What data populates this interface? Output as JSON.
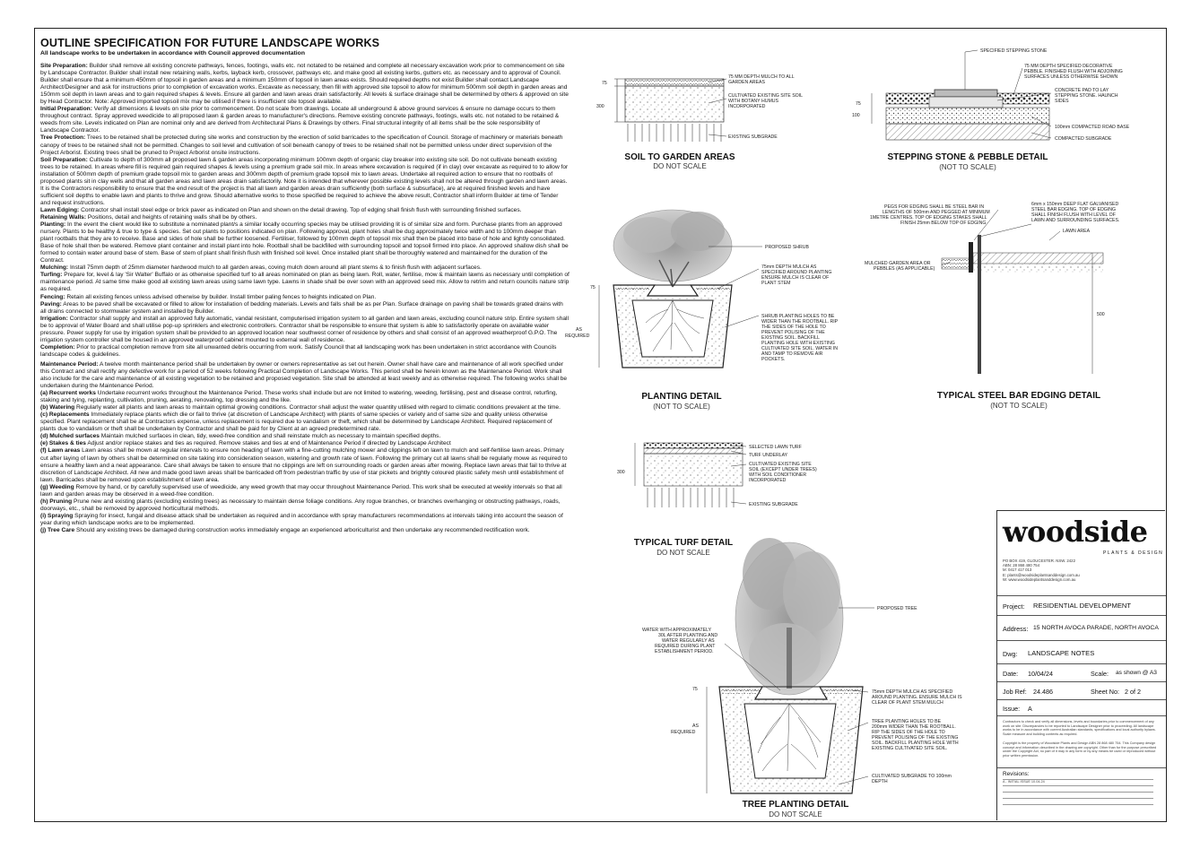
{
  "spec": {
    "title": "OUTLINE SPECIFICATION FOR FUTURE LANDSCAPE WORKS",
    "subtitle": "All landscape works to be undertaken in accordance with Council approved documentation",
    "paragraphs": [
      {
        "head": "Site Preparation:",
        "body": " Builder shall remove all existing concrete pathways, fences, footings, walls etc. not notated to be retained and complete all necessary excavation work prior to commencement on site by Landscape Contractor. Builder shall install new retaining walls, kerbs, layback kerb, crossover, pathways etc. and make good all existing kerbs, gutters etc. as necessary and to approval of Council. Builder shall ensure that a minimum 450mm of topsoil in garden areas and a minimum 150mm of topsoil in lawn areas exists. Should required depths not exist Builder shall contact Landscape Architect/Designer and ask for instructions prior to completion of excavation works. Excavate as necessary, then fill with approved site topsoil to allow for minimum 500mm soil depth in garden areas and 150mm soil depth in lawn areas and to gain required shapes & levels. Ensure all garden and lawn areas drain satisfactorily. All levels & surface drainage shall be determined by others & approved on site by Head Contractor. Note: Approved imported topsoil mix may be utilised if there is insufficient site topsoil available."
      },
      {
        "head": "Initial Preparation:",
        "body": " Verify all dimensions & levels on site prior to commencement. Do not scale from drawings. Locate all underground & above ground services & ensure no damage occurs to them throughout contract. Spray approved weedicide to all proposed lawn & garden areas to manufacturer's directions. Remove existing concrete pathways, footings, walls etc. not notated to be retained & weeds from site. Levels indicated on Plan are nominal only and are derived from Architectural Plans & Drawings by others. Final structural integrity of all items shall be the sole responsibility of Landscape Contractor."
      },
      {
        "head": "Tree Protection:",
        "body": " Trees to be retained shall be protected during site works and construction by the erection of solid barricades to the specification of Council. Storage of machinery or materials beneath canopy of trees to be retained shall not be permitted. Changes to soil level and cultivation of soil beneath canopy of trees to be retained shall not be permitted unless under direct supervision of the Project Arborist. Existing trees shall be pruned to Project Arborist onsite instructions."
      },
      {
        "head": "Soil Preparation:",
        "body": " Cultivate to depth of 300mm all proposed lawn & garden areas incorporating minimum 100mm depth of organic clay breaker into existing site soil. Do not cultivate beneath existing trees to be retained. In areas where fill is required gain required shapes & levels using a premium grade soil mix. In areas where excavation is required (if in clay) over excavate as required to to allow for installation of 500mm depth of premium grade topsoil mix to garden areas and 300mm depth of premium grade topsoil mix to lawn areas. Undertake all required action to ensure that no rootballs of proposed plants sit in clay wells and that all garden areas and lawn areas drain satisfactorily. Note it is intended that wherever possible existing levels shall not be altered through garden and lawn areas. It is the Contractors responsibility to ensure that the end result of the project is that all lawn and garden areas drain sufficiently (both surface & subsurface), are at required finished levels and have sufficient soil depths to enable lawn and plants to thrive and grow. Should alternative works to those specified be required to achieve the above result, Contractor shall inform Builder at time of Tender and request instructions."
      },
      {
        "head": "Lawn Edging:",
        "body": " Contractor shall install steel edge or brick paver as indicated on Plan and shown on the detail drawing. Top of edging shall finish flush with surrounding finished surfaces."
      },
      {
        "head": "Retaining Walls:",
        "body": " Positions, detail and heights of retaining walls shall be by others."
      },
      {
        "head": "Planting:",
        "body": " In the event the client would like to substitute a nominated plant/s a similar locally occurring species may be utilised providing lit is of similar size and form. Purchase plants from an approved nursery. Plants to be healthy & true to type & species. Set out plants to positions indicated on plan. Following approval, plant holes shall be dug approximately twice width and to 100mm deeper than plant rootballs that they are to receive. Base and sides of hole shall be further loosened. Fertiliser, followed by 100mm depth of topsoil mix shall then be placed into base of hole and lightly consolidated. Base of hole shall then be watered. Remove plant container and install plant into hole. Rootball shall be backfilled with surrounding topsoil and topsoil firmed into place. An approved shallow dish shall be formed to contain water around base of stem. Base of stem of plant shall finish flush with finished soil level. Once installed plant shall be thoroughly watered and maintained for the duration of the Contract."
      },
      {
        "head": "Mulching:",
        "body": " Install 75mm depth of 25mm diameter hardwood mulch to all garden areas, coving mulch down around all plant stems & to finish flush with adjacent surfaces."
      },
      {
        "head": "Turfing:",
        "body": " Prepare for, level & lay 'Sir Walter' Buffalo or as otherwise specified turf to all areas nominated on plan as being lawn. Roll, water, fertilise, mow & maintain lawns as necessary until completion of maintenance period. At same time make good all existing lawn areas using same lawn type. Lawns in shade shall be over sown with an approved seed mix. Allow to retrim and return councils nature strip as required."
      },
      {
        "head": "Fencing:",
        "body": " Retain all existing fences unless advised otherwise by builder. Install timber paling fences to heights indicated on Plan."
      },
      {
        "head": "Paving:",
        "body": " Areas to be paved shall be excavated or filled to allow for installation of bedding materials. Levels and falls shall be as per Plan. Surface drainage on paving shall be towards grated drains with all drains connected to stormwater system and installed by Builder."
      },
      {
        "head": "Irrigation:",
        "body": " Contractor shall supply and install an approved fully automatic, vandal resistant, computerised irrigation system to all garden and lawn areas, excluding council nature strip. Entire system shall be to approval of Water Board and shall utilise pop-up sprinklers and electronic controllers. Contractor shall be responsible to ensure that system is able to satisfactorily operate on available water pressure. Power supply for use by irrigation system shall be provided to an approved location near southwest corner of residence by others and shall consist of an approved weatherproof G.P.O. The irrigation system controller shall be housed in an approved waterproof cabinet mounted to external wall of residence."
      },
      {
        "head": "Completion:",
        "body": " Prior to practical completion remove from site all unwanted debris occurring from work. Satisfy Council that all landscaping work has been undertaken in strict accordance with Councils landscape codes & guidelines."
      },
      {
        "head": "Maintenance Period:",
        "body": " A twelve month maintenance period shall be undertaken by owner or owners representative as set out herein. Owner shall have care and maintenance of all work specified under this Contract and shall rectify any defective work for a period of 52 weeks following Practical Completion of Landscape Works. This period shall be herein known as the Maintenance Period. Work shall also include for the care and maintenance of all existing vegetation to be retained and proposed vegetation. Site shall be attended at least weekly and as otherwise required. The following works shall be undertaken during the Maintenance Period.",
        "gap": true
      },
      {
        "head": "(a) Recurrent works",
        "body": " Undertake recurrent works throughout the Maintenance Period. These works shall include but are not limited to watering, weeding, fertilising, pest and disease control, returfing, staking and tying, replanting, cultivation, pruning, aerating, renovating, top dressing and the like."
      },
      {
        "head": "(b) Watering",
        "body": " Regularly water all plants and lawn areas to maintain optimal growing conditions. Contractor shall adjust the water quantity utilised with regard to climatic conditions prevalent at the time."
      },
      {
        "head": "(c) Replacements",
        "body": " Immediately replace plants which die or fail to thrive (at discretion of Landscape Architect) with plants of same species or variety and of same size and quality unless otherwise specified. Plant replacement shall be at Contractors expense, unless replacement is required due to vandalism or theft, which shall be determined by Landscape Architect. Required replacement of plants due to vandalism or theft shall be undertaken by Contractor and shall be paid for by Client at an agreed predetermined rate."
      },
      {
        "head": "(d) Mulched surfaces",
        "body": " Maintain mulched surfaces in clean, tidy, weed-free condition and shall reinstate mulch as necessary to maintain specified depths."
      },
      {
        "head": "(e) Stakes & ties",
        "body": " Adjust and/or replace stakes and ties as required. Remove stakes and ties at end of Maintenance Period if directed by Landscape Architect"
      },
      {
        "head": "(f) Lawn areas",
        "body": " Lawn areas shall be mown at regular intervals to ensure non heading of lawn with a fine-cutting mulching mower and clippings left on lawn to mulch and self-fertilise lawn areas. Primary cut after laying of lawn by others shall be determined on site taking into consideration season, watering and growth rate of lawn. Following the primary cut all lawns shall be regularly mowe as required to ensure a healthy lawn and a neat appearance. Care shall always be taken to ensure that no clippings are left on surrounding roads or garden areas after mowing. Replace lawn areas that fail to thrive at discretion of Landscape Architect. All new and made good lawn areas shall be barricaded off from pedestrian traffic by use of star pickets and brightly coloured plastic safety mesh until establishment of lawn. Barricades shall be removed upon establishment of lawn area."
      },
      {
        "head": "(g) Weeding",
        "body": " Remove by hand, or by carefully supervised use of weedicide, any weed growth that may occur throughout Maintenance Period. This work shall be executed at weekly intervals so that all lawn and garden areas may be observed in a weed-free condition."
      },
      {
        "head": "(h) Pruning",
        "body": " Prune new and existing plants (excluding existing trees) as necessary to maintain dense foliage conditions. Any rogue branches, or branches overhanging or obstructing pathways, roads, doorways, etc., shall be removed by approved horticultural methods."
      },
      {
        "head": "(i) Spraying",
        "body": " Spraying for insect, fungal and disease attack shall be undertaken as required and in accordance with spray manufacturers recommendations at intervals taking into account the season of year during which landscape works are to be implemented."
      },
      {
        "head": "(j) Tree Care",
        "body": " Should any existing trees be damaged during construction works immediately engage an experienced arboriculturist and then undertake any recommended rectification work."
      }
    ]
  },
  "details": {
    "soil": {
      "title": "SOIL TO GARDEN AREAS",
      "subtitle": "DO NOT SCALE",
      "dim1": "75",
      "dim2": "300",
      "l1": "75 MM DEPTH MULCH TO ALL",
      "l1b": "GARDEN AREAS",
      "l2": "CULTIVATED EXISTING SITE SOIL",
      "l2b": "WITH BOTANY HUMUS",
      "l2c": "INCORPORATED",
      "l3": "EXISTING SUBGRADE"
    },
    "stepping": {
      "title": "STEPPING STONE & PEBBLE DETAIL",
      "subtitle": "(NOT TO SCALE)",
      "l0": "SPECIFIED STEPPING STONE",
      "l1": "75 MM DEPTH SPECIFIED DECORATIVE",
      "l1b": "PEBBLE. FINISHED FLUSH WITH ADJOINING",
      "l1c": "SURFACES UNLESS OTHERWISE SHOWN",
      "l2": "CONCRETE PAD TO LAY",
      "l2b": "STEPPING STONE. HAUNCH",
      "l2c": "SIDES",
      "l3": "100mm COMPACTED ROAD BASE",
      "l4": "COMPACTED SUBGRADE",
      "dim1": "75",
      "dim2": "100"
    },
    "planting": {
      "title": "PLANTING DETAIL",
      "subtitle": "(NOT TO SCALE)",
      "dim": "75",
      "req": "AS",
      "req2": "REQUIRED",
      "l1": "PROPOSED SHRUB",
      "l2": "75mm DEPTH MULCH AS",
      "l2b": "SPECIFIED AROUND PLANTING",
      "l2c": "ENSURE MULCH IS CLEAR OF",
      "l2d": "PLANT STEM",
      "l3": "SHRUB PLANTING HOLES TO BE",
      "l3b": "WIDER THAN THE ROOTBALL. RIP",
      "l3c": "THE SIDES OF THE HOLE TO",
      "l3d": "PREVENT POLISING OF THE",
      "l3e": "EXISTING SOIL. BACKFILL",
      "l3f": "PLANTING HOLE WITH EXISTING",
      "l3g": "CULTIVATED SITE SOIL. WATER IN",
      "l3h": "AND TAMP TO REMOVE AIR",
      "l3i": "POCKETS."
    },
    "steel": {
      "title": "TYPICAL STEEL BAR EDGING DETAIL",
      "subtitle": "(NOT TO SCALE)",
      "l1": "PEGS FOR EDGING SHALL BE STEEL BAR IN",
      "l1b": "LENGTHS OF 500mm AND PEGGED AT MINIMUM",
      "l1c": "1METRE CENTRES. TOP OF EDGING STAKES SHALL",
      "l1d": "FINISH 25mm BELOW TOP OF EDGING",
      "l2": "6mm x 150mm DEEP FLAT GALVANISED",
      "l2b": "STEEL BAR EDGING. TOP OF EDGING",
      "l2c": "SHALL FINISH FLUSH WITH LEVEL OF",
      "l2d": "LAWN AND SURROUNDING SURFACES.",
      "l3": "LAWN AREA",
      "l4": "MULCHED GARDEN AREA OR",
      "l4b": "PEBBLES (AS APPLICABLE)",
      "dim": "500"
    },
    "turf": {
      "title": "TYPICAL TURF DETAIL",
      "subtitle": "DO NOT SCALE",
      "dim": "300",
      "l1": "SELECTED LAWN TURF",
      "l2": "TURF UNDERLAY",
      "l3": "CULTIVATED EXISTING SITE",
      "l3b": "SOIL (EXCEPT UNDER TREES)",
      "l3c": "WITH SOIL CONDITIONER",
      "l3d": "INCORPORATED",
      "l4": "EXISTING SUBGRADE"
    },
    "tree": {
      "title": "TREE PLANTING DETAIL",
      "subtitle": "DO NOT SCALE",
      "dim": "75",
      "req": "AS",
      "req2": "REQUIRED",
      "l1": "PROPOSED TREE",
      "l2": "WATER WITH APPROXIMATELY",
      "l2b": "30L AFTER PLANTING AND",
      "l2c": "WATER REGULARLY AS",
      "l2d": "REQUIRED DURING PLANT",
      "l2e": "ESTABLISHMENT PERIOD.",
      "l3": "75mm DEPTH MULCH AS SPECIFIED",
      "l3b": "AROUND PLANTING. ENSURE MULCH IS",
      "l3c": "CLEAR OF PLANT STEM MULCH",
      "l4": "TREE PLANTING HOLES TO BE",
      "l4b": "200mm WIDER THAN THE ROOTBALL.",
      "l4c": "RIP THE SIDES OF THE HOLE TO",
      "l4d": "PREVENT POLISING OF THE EXISTING",
      "l4e": "SOIL. BACKFILL PLANTING HOLE WITH",
      "l4f": "EXISTING CULTIVATED SITE SOIL.",
      "l5": "CULTIVATED SUBGRADE TO 100mm",
      "l5b": "DEPTH"
    }
  },
  "titleblock": {
    "logo": "woodside",
    "logo_sub": "PLANTS & DESIGN",
    "contact": [
      "PO BOX 419, GLOUCESTER. NSW. 2422",
      "ABN: 28 868 480 754",
      "",
      "M: 0417 417 013",
      "E: plants@woodsideplantsanddesign.com.au",
      "W: www.woodsideplantsanddesign.com.au"
    ],
    "project_label": "Project:",
    "project": "RESIDENTIAL DEVELOPMENT",
    "address_label": "Address:",
    "address": "15 NORTH AVOCA PARADE, NORTH AVOCA",
    "dwg_label": "Dwg:",
    "dwg": "LANDSCAPE NOTES",
    "date_label": "Date:",
    "date": "10/04/24",
    "scale_label": "Scale:",
    "scale": "as shown @ A3",
    "job_label": "Job Ref:",
    "job": "24.486",
    "sheet_label": "Sheet No:",
    "sheet": "2 of 2",
    "issue_label": "Issue:",
    "issue": "A",
    "note1": "Contractors to check and verify all dimensions, levels and boundaries prior to commencement of any work on site. Discrepancies to be reported to Landscape Designer prior to proceeding. All landscape works to be in accordance with current Australian standards, specifications and local authority bylaws. Scale measure and building contents as required.",
    "note2": "Copyright is the property of Woodside Plants and Design ABN 28 868 480 754. This Company design concept and information described in the drawing are copyright. Other than for the purpose prescribed under the Copyright Act, no part of it may in any form or by any means be used or reproduced without prior written permission.",
    "revisions_label": "Revisions:",
    "revision_a": "A - INITIAL ISSUE 10.04.24"
  }
}
